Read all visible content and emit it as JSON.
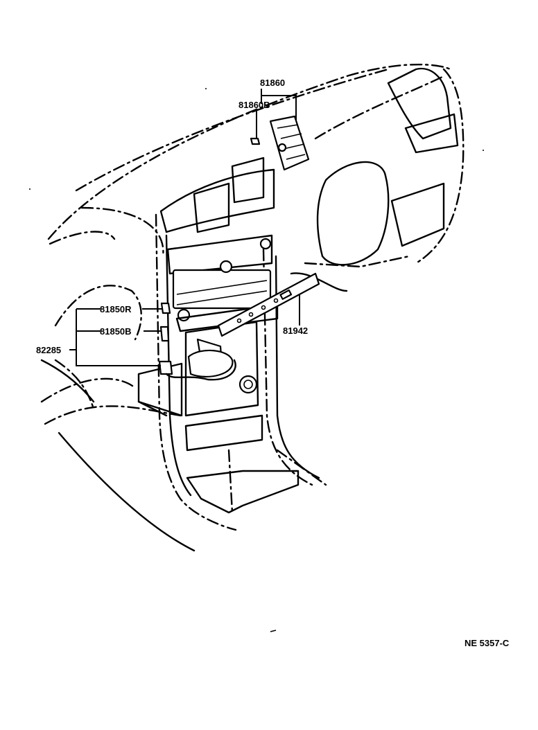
{
  "diagram": {
    "part_labels": {
      "p81860": "81860",
      "p81860b": "81860B",
      "p81850r": "81850R",
      "p81850b": "81850B",
      "p82285": "82285",
      "p81942": "81942"
    },
    "drawing_code": "NE 5357-C"
  }
}
